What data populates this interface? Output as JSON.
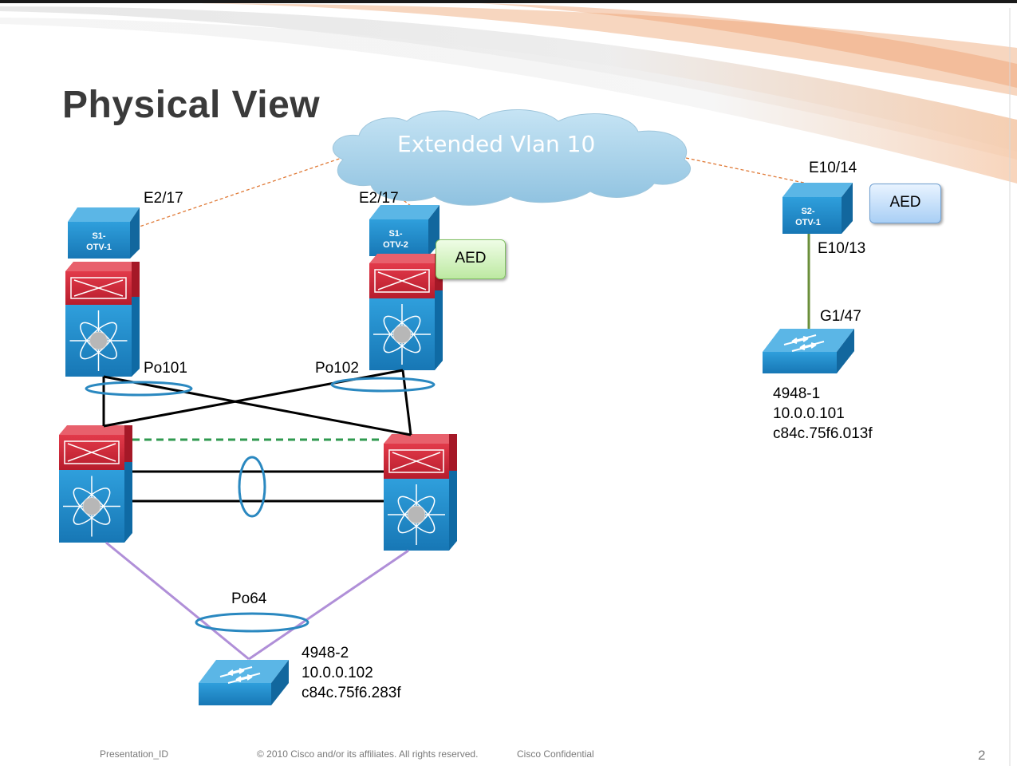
{
  "slide": {
    "title": "Physical View",
    "page_number": "2"
  },
  "cloud": {
    "label": "Extended Vlan 10"
  },
  "devices": {
    "s1_otv1": {
      "name": "S1-\nOTV-1",
      "line1": "S1-",
      "line2": "OTV-1",
      "port": "E2/17"
    },
    "s1_otv2": {
      "name": "S1-\nOTV-2",
      "line1": "S1-",
      "line2": "OTV-2",
      "port": "E2/17",
      "badge": "AED"
    },
    "s2_otv1": {
      "line1": "S2-",
      "line2": "OTV-1",
      "port_up": "E10/14",
      "port_down": "E10/13",
      "badge": "AED"
    },
    "sw_4948_1": {
      "port": "G1/47",
      "name": "4948-1",
      "ip": "10.0.0.101",
      "mac": "c84c.75f6.013f"
    },
    "sw_4948_2": {
      "name": "4948-2",
      "ip": "10.0.0.102",
      "mac": "c84c.75f6.283f"
    }
  },
  "port_channels": {
    "po101": "Po101",
    "po102": "Po102",
    "po64": "Po64"
  },
  "footer": {
    "presentation_id": "Presentation_ID",
    "copyright": "© 2010 Cisco and/or its affiliates. All rights reserved.",
    "confidential": "Cisco Confidential"
  },
  "colors": {
    "switch_blue": "#1e8fcf",
    "router_red": "#d0283a",
    "cloud": "#a9d2ea",
    "otv_link": "#e07b39",
    "l2_link": "#6a8f3a",
    "po64_link": "#b08fd8",
    "peer_link": "#2f9a4f",
    "ring": "#2a88c0",
    "banner": "#f0b48a"
  }
}
